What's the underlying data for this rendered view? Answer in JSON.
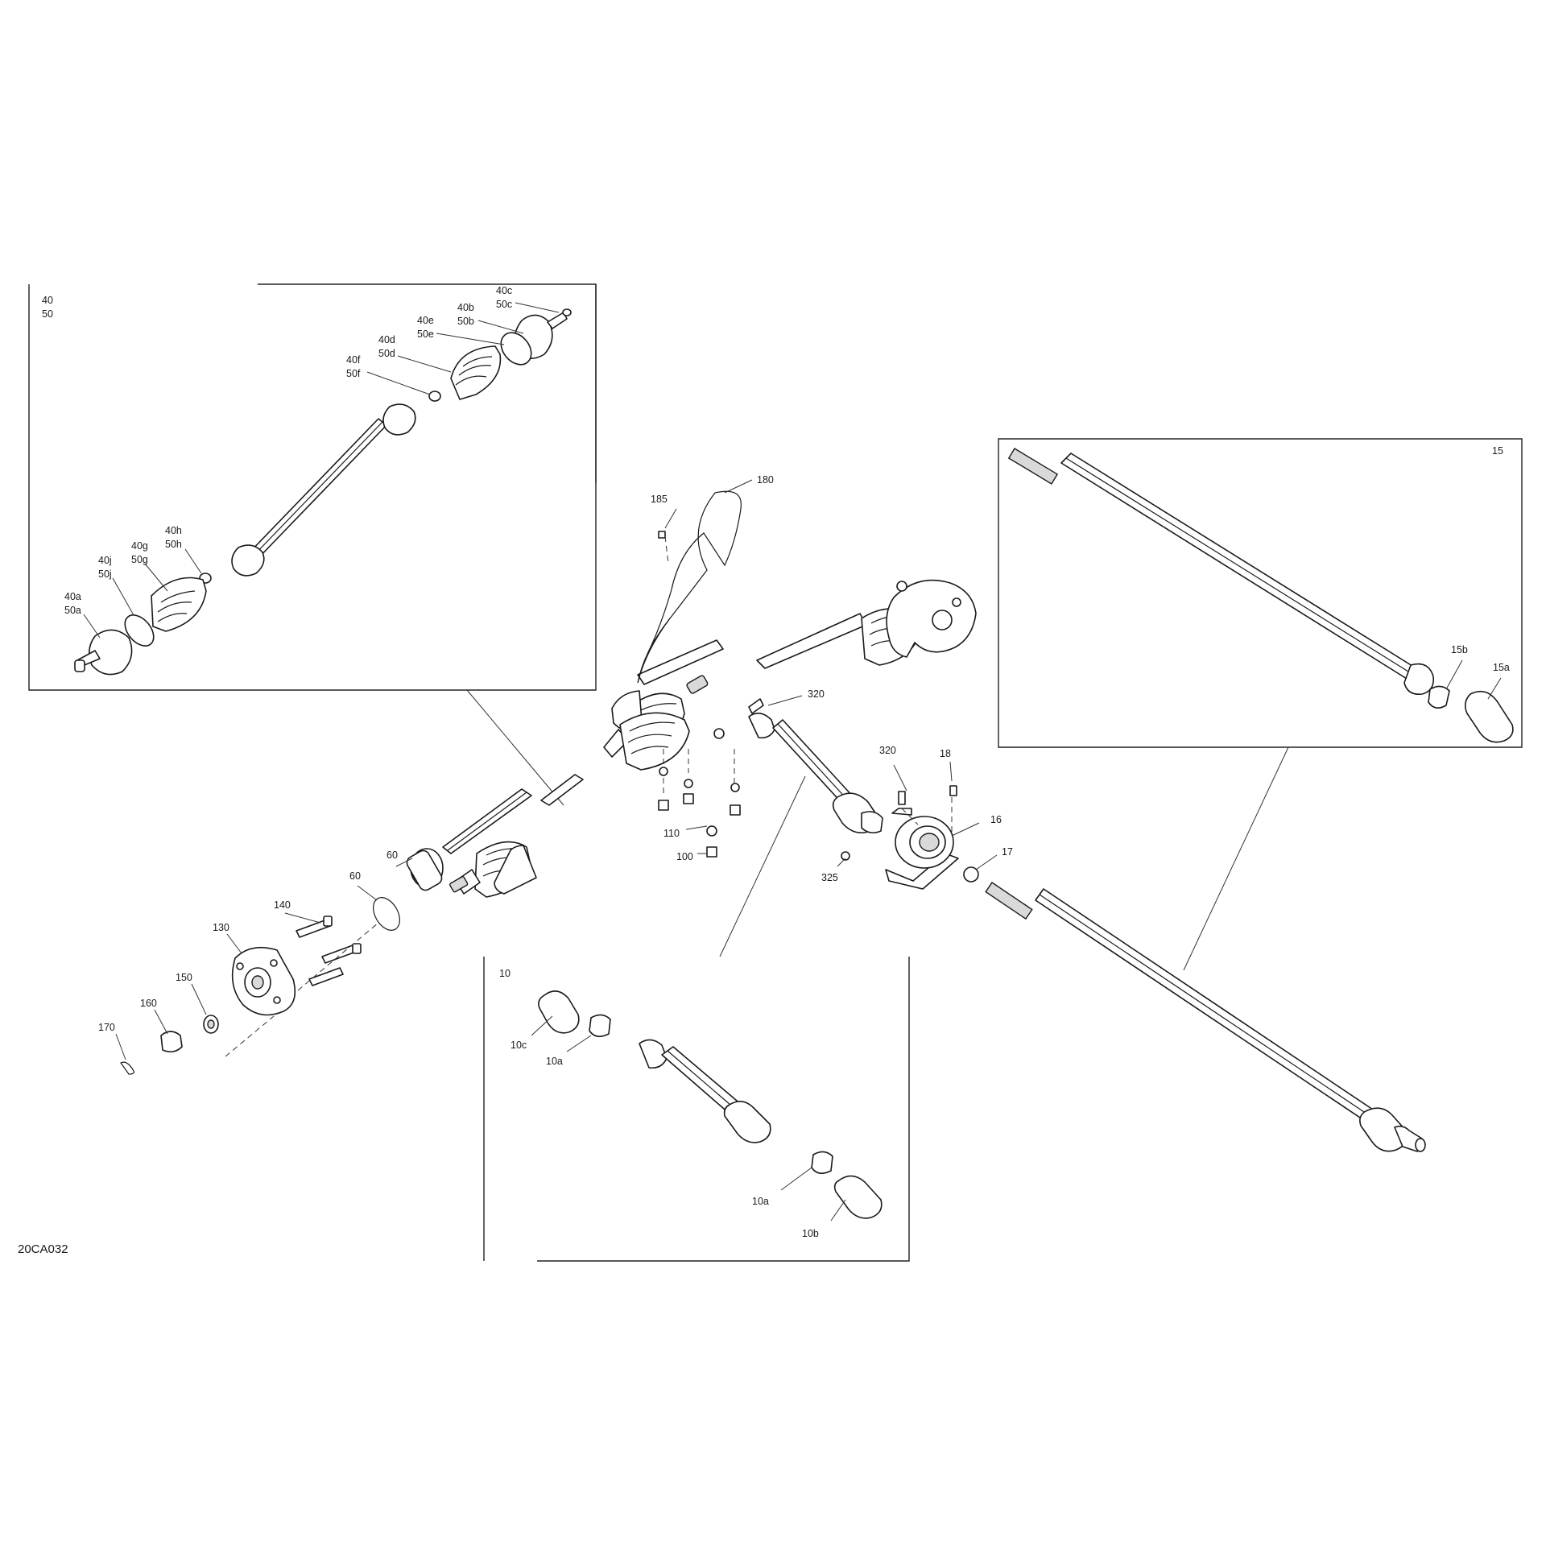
{
  "diagram_code": "20CA032",
  "boxes": {
    "axle_detail_ids": [
      "40",
      "50"
    ],
    "rear_shaft_id": "15",
    "front_shaft_id": "10"
  },
  "callouts": {
    "c40c": "40c",
    "c50c": "50c",
    "c40b": "40b",
    "c50b": "50b",
    "c40e": "40e",
    "c50e": "50e",
    "c40d": "40d",
    "c50d": "50d",
    "c40f": "40f",
    "c50f": "50f",
    "c40h": "40h",
    "c50h": "50h",
    "c40g": "40g",
    "c50g": "50g",
    "c40j": "40j",
    "c50j": "50j",
    "c40a": "40a",
    "c50a": "50a",
    "c15b": "15b",
    "c15a": "15a",
    "c185": "185",
    "c180": "180",
    "c320a": "320",
    "c320b": "320",
    "c18": "18",
    "c16": "16",
    "c17": "17",
    "c325": "325",
    "c110": "110",
    "c100": "100",
    "c60a": "60",
    "c60b": "60",
    "c140": "140",
    "c130": "130",
    "c150": "150",
    "c160": "160",
    "c170": "170",
    "c10c": "10c",
    "c10a1": "10a",
    "c10a2": "10a",
    "c10b": "10b"
  }
}
